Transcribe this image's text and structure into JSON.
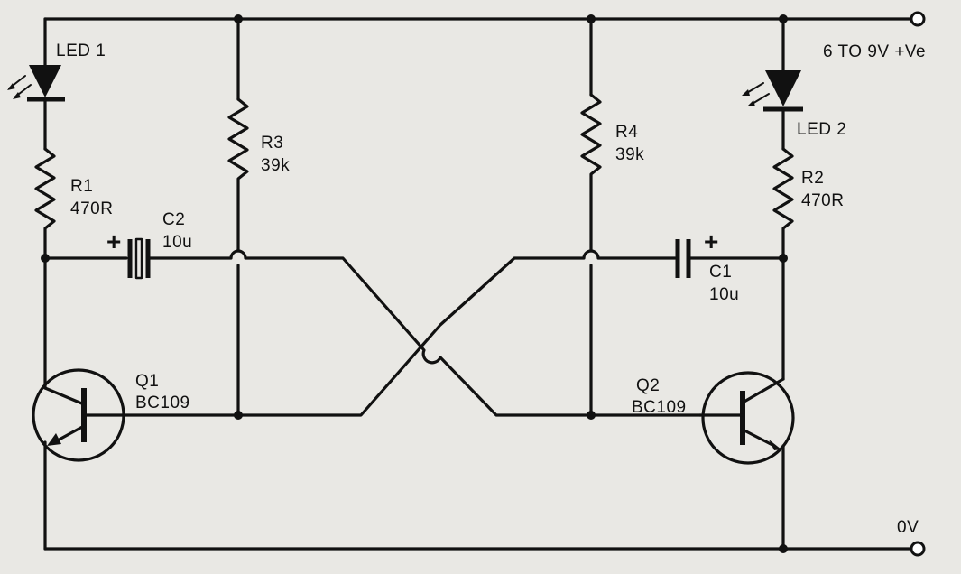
{
  "labels": {
    "supply": "6 TO 9V +Ve",
    "ground": "0V",
    "led1": "LED 1",
    "led2": "LED 2",
    "r1_name": "R1",
    "r1_value": "470R",
    "r2_name": "R2",
    "r2_value": "470R",
    "r3_name": "R3",
    "r3_value": "39k",
    "r4_name": "R4",
    "r4_value": "39k",
    "c1_name": "C1",
    "c1_value": "10u",
    "c2_name": "C2",
    "c2_value": "10u",
    "c1_polarity": "+",
    "c2_polarity": "+",
    "q1_name": "Q1",
    "q1_type": "BC109",
    "q2_name": "Q2",
    "q2_type": "BC109"
  },
  "colors": {
    "ink": "#111111",
    "paper": "#e9e8e4"
  }
}
